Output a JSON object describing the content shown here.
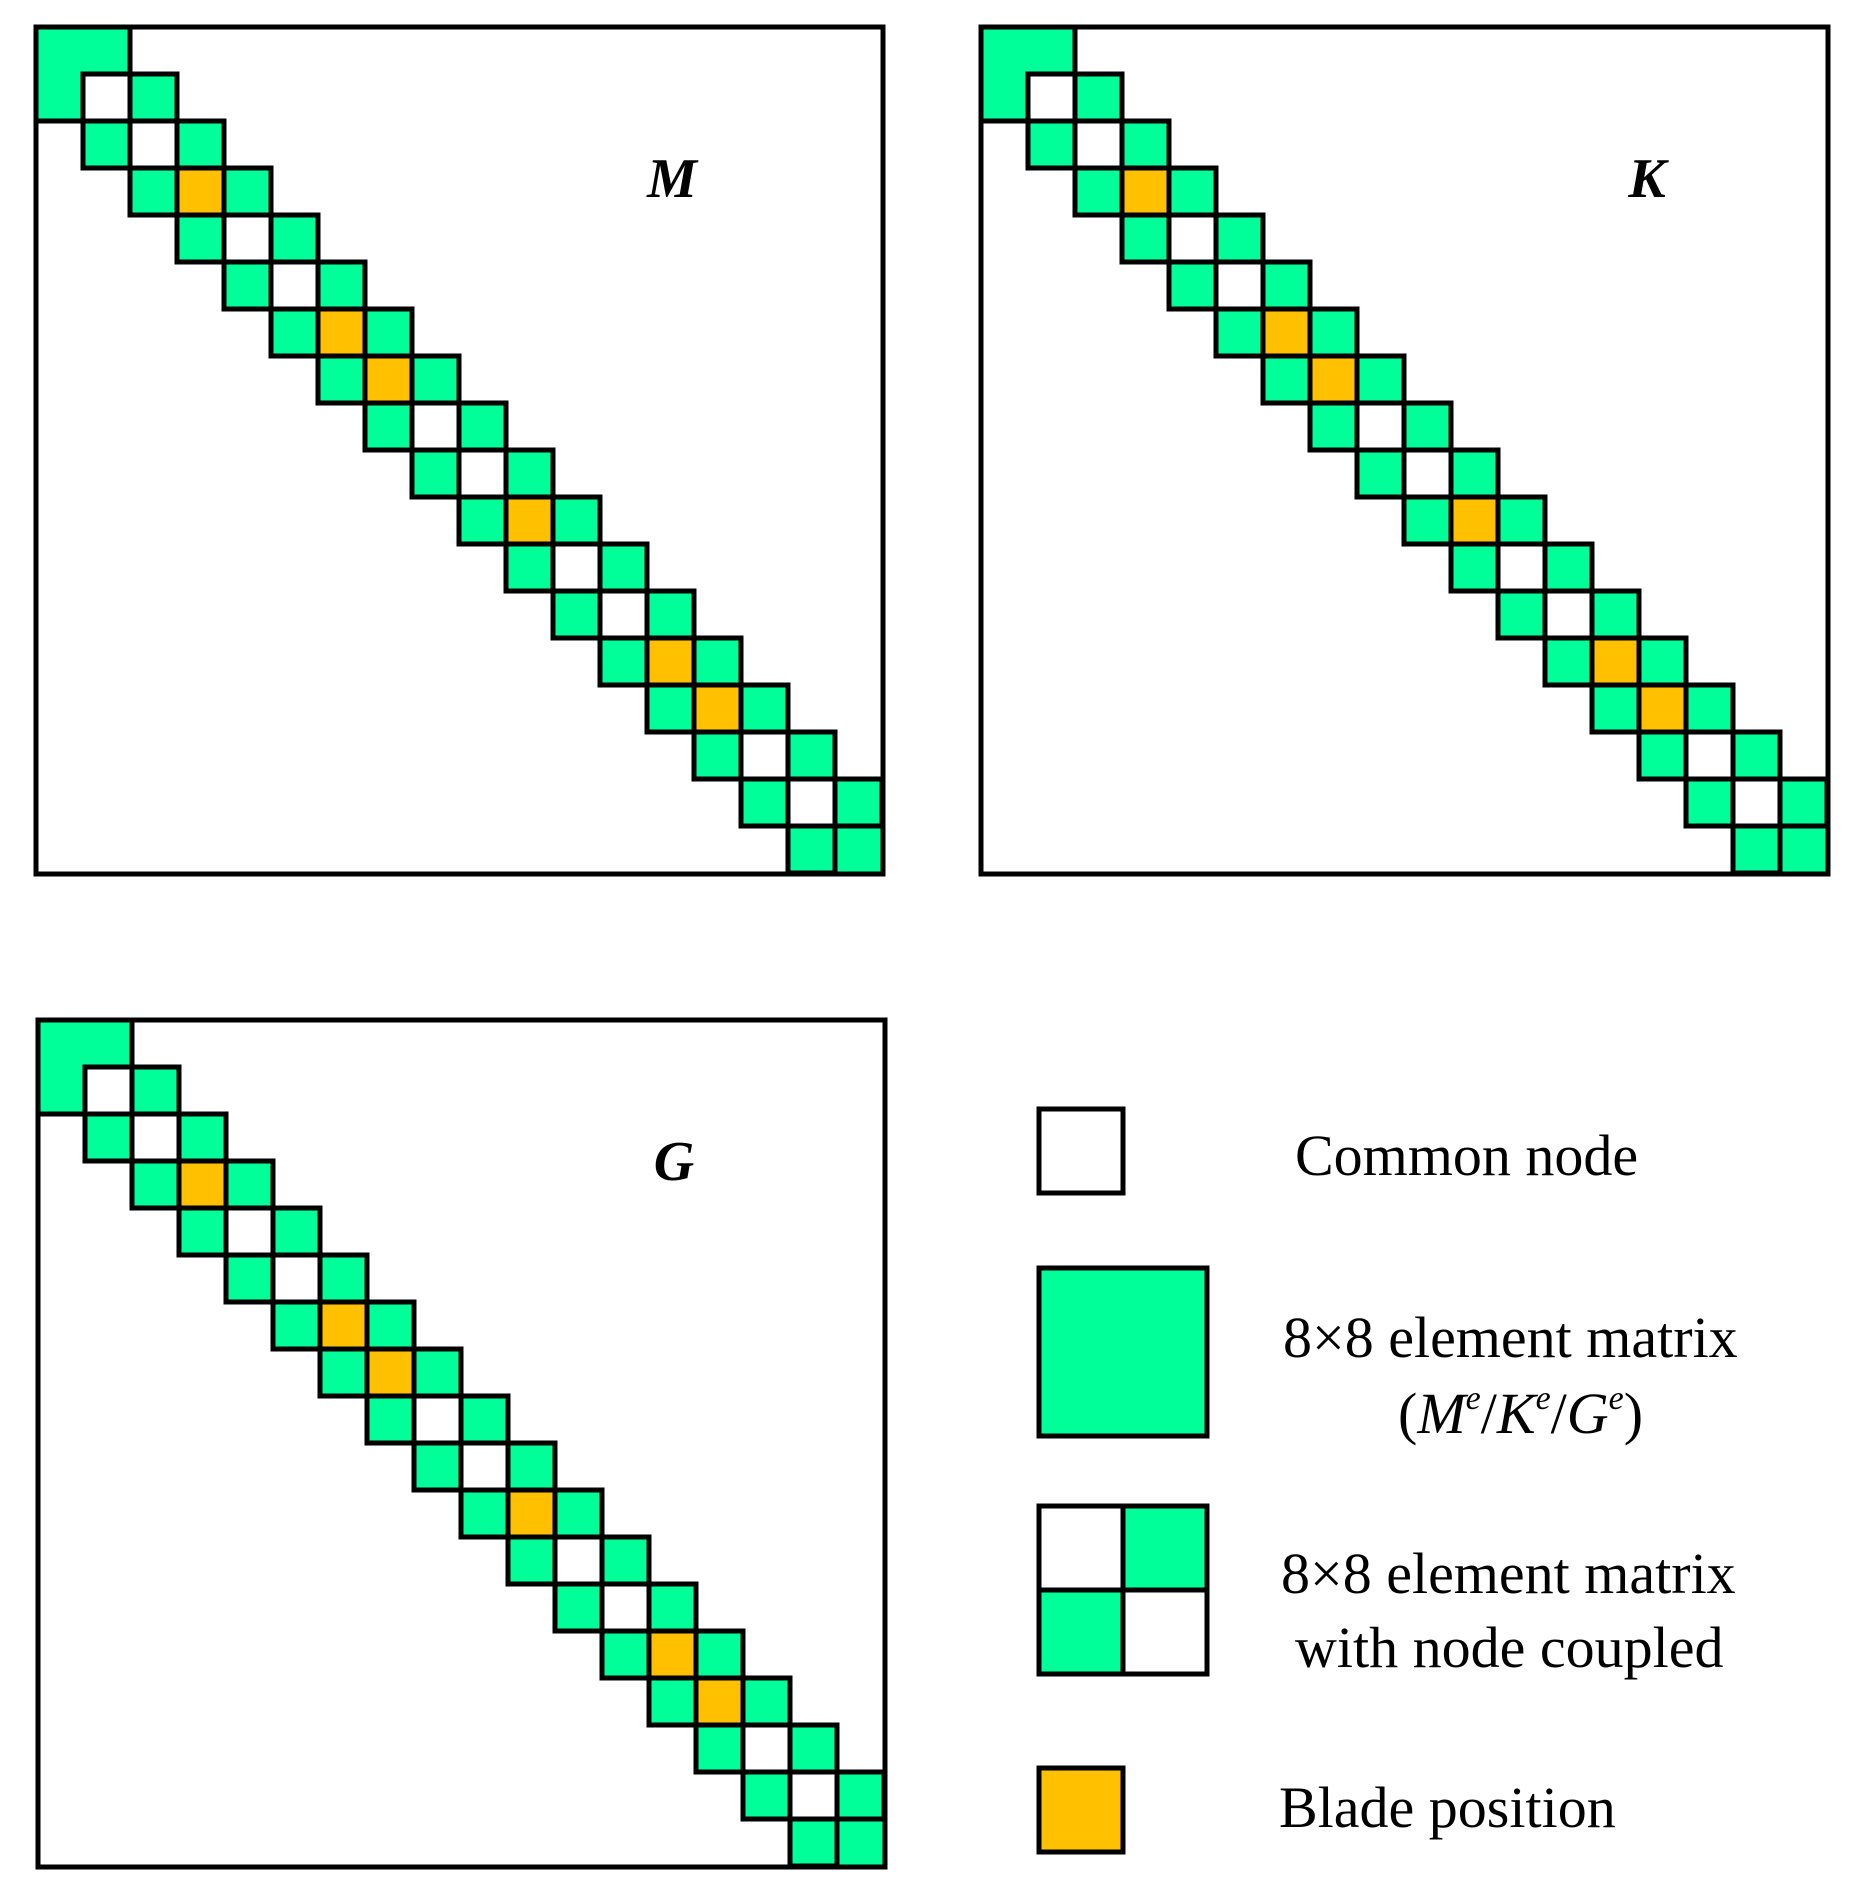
{
  "colors": {
    "element": "#00FF99",
    "blade": "#FFC000",
    "common": "#FFFFFF",
    "stroke": "#000000"
  },
  "matrices": [
    {
      "label": "M",
      "blade_positions": [
        3,
        6,
        7,
        10,
        13,
        14
      ]
    },
    {
      "label": "K",
      "blade_positions": [
        3,
        6,
        7,
        10,
        13,
        14
      ]
    },
    {
      "label": "G",
      "blade_positions": [
        3,
        6,
        7,
        10,
        13,
        14
      ]
    }
  ],
  "legend": {
    "common_node": "Common node",
    "element_matrix_line1": "8×8 element matrix",
    "element_matrix_sub": {
      "open": "(",
      "m": "M",
      "m_sup": "e",
      "sep1": "/",
      "k": "K",
      "k_sup": "e",
      "sep2": "/",
      "g": "G",
      "g_sup": "e",
      "close": ")"
    },
    "coupled_line1": "8×8 element matrix",
    "coupled_line2": "with node coupled",
    "blade_position": "Blade position"
  }
}
